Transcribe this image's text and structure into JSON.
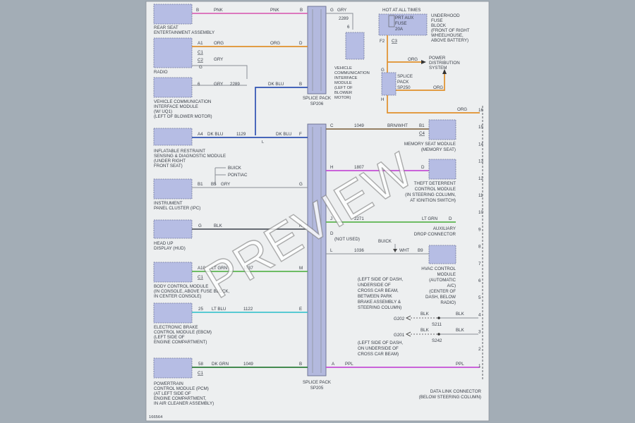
{
  "diagram": {
    "watermark": "PREVIEW",
    "figure_id": "166564",
    "colors": {
      "background": "#a3adb6",
      "sheet": "#edeff0",
      "module": "#b6bde4",
      "pink": "#d967b7",
      "orange": "#e0902c",
      "blue": "#2f52b2",
      "green": "#5bb551",
      "cyan": "#43c4cf",
      "purple": "#c44fd6",
      "dkgreen": "#2d7d3a",
      "gray": "#8a8f96"
    },
    "left_modules": {
      "rear_seat": [
        "REAR SEAT",
        "ENTERTAINMENT ASSEMBLY"
      ],
      "radio": [
        "RADIO"
      ],
      "vcim": [
        "VEHICLE COMMUNICATION",
        "INTERFACE MODULE",
        "(W/ UQ1)",
        "(LEFT OF BLOWER MOTOR)"
      ],
      "sdm": [
        "INFLATABLE RESTRAINT",
        "SENSING & DIAGNOSTIC MODULE",
        "(UNDER RIGHT",
        "FRONT SEAT)"
      ],
      "ipc": [
        "INSTRUMENT",
        "PANEL CLUSTER (IPC)"
      ],
      "hud": [
        "HEAD UP",
        "DISPLAY (HUD)"
      ],
      "bcm": [
        "BODY CONTROL MODULE",
        "(IN CONSOLE, ABOVE FUSE BLOCK,",
        "IN CENTER CONSOLE)"
      ],
      "ebcm": [
        "ELECTRONIC BRAKE",
        "CONTROL MODULE (EBCM)",
        "(LEFT SIDE OF",
        "ENGINE COMPARTMENT)"
      ],
      "pcm": [
        "POWERTRAIN",
        "CONTROL MODULE (PCM)",
        "(AT LEFT SIDE OF",
        "ENGINE COMPARTMENT,",
        "IN AIR CLEANER ASSEMBLY)"
      ]
    },
    "wires": {
      "w1": {
        "pin": "B",
        "color1": "PNK",
        "color2": "PNK",
        "end": "B"
      },
      "w2": {
        "pin": "A1",
        "conn": "C1",
        "color1": "ORG",
        "color2": "ORG",
        "end": "D",
        "conn2": "C2",
        "pin2": "G",
        "color3": "GRY"
      },
      "w3": {
        "pin": "6",
        "color": "GRY",
        "circuit": "2289",
        "end": "B"
      },
      "w4": {
        "pin": "A4",
        "color1": "DK BLU",
        "circuit": "1129",
        "color2": "DK BLU",
        "end": "F",
        "node": "L"
      },
      "w5": {
        "pin": "B1",
        "pin2": "B5",
        "color": "GRY",
        "end": "G",
        "opt1": "BUICK",
        "opt2": "PONTIAC"
      },
      "w6": {
        "pin": "G",
        "color": "BLK",
        "end": "K"
      },
      "w7": {
        "pin": "A10",
        "conn": "C1",
        "color": "LT GRN",
        "circuit": "1037",
        "end": "M"
      },
      "w8": {
        "pin": "25",
        "color": "LT BLU",
        "circuit": "1122",
        "end": "E"
      },
      "w9": {
        "pin": "58",
        "conn": "C1",
        "color": "DK GRN",
        "circuit": "1049",
        "end": "B"
      }
    },
    "sp206": {
      "label": [
        "SPLICE PACK",
        "SP206"
      ],
      "pin_g": "G",
      "color": "GRY",
      "circuit": "2289",
      "pin6": "6"
    },
    "sp205": {
      "label": [
        "SPLICE PACK",
        "SP205"
      ]
    },
    "vcim_top": [
      "VEHICLE",
      "COMMUNICATION",
      "INTERFACE",
      "MODULE",
      "(LEFT OF",
      "BLOWER",
      "MOTOR)"
    ],
    "fuse": {
      "hot": "HOT AT ALL TIMES",
      "label": [
        "PRT AUX",
        "FUSE",
        "20A"
      ],
      "pin1": "F2",
      "conn": "C3",
      "block": [
        "UNDERHOOD",
        "FUSE",
        "BLOCK",
        "(FRONT OF RIGHT",
        "WHEELHOUSE,",
        "ABOVE BATTERY)"
      ]
    },
    "sp250": {
      "label": [
        "SPLICE",
        "PACK",
        "SP250"
      ],
      "pin_g": "G",
      "pin_h": "H",
      "org1": "ORG",
      "org2": "ORG",
      "pds": [
        "POWER",
        "DISTRIBUTION",
        "SYSTEM"
      ]
    },
    "right_wires": {
      "r_org": "ORG",
      "r_c": {
        "pin": "C",
        "circuit": "1049",
        "color": "BRN/WHT",
        "pin2": "B1",
        "conn": "C4"
      },
      "r_h": {
        "pin": "H",
        "circuit": "1807",
        "pin2": "D"
      },
      "r_j": {
        "pin": "J",
        "circuit": "2271",
        "color": "LT GRN",
        "pin2": "D"
      },
      "r_d": {
        "pin": "D",
        "note": "(NOT USED)"
      },
      "r_l": {
        "pin": "L",
        "circuit": "1036",
        "color": "WHT",
        "pin2": "B9",
        "buick": "BUICK"
      },
      "r_a": {
        "pin": "A",
        "color1": "PPL",
        "color2": "PPL"
      }
    },
    "right_modules": {
      "memory": [
        "MEMORY SEAT MODULE",
        "(MEMORY SEAT)"
      ],
      "theft": [
        "THEFT DETERRENT",
        "CONTROL MODULE",
        "(IN STEERING COLUMN,",
        "AT IGNITION SWITCH)"
      ],
      "aux": [
        "AUXILIARY",
        "DROP CONNECTOR"
      ],
      "hvac": [
        "HVAC CONTROL",
        "MODULE",
        "(AUTOMATIC",
        "A/C)",
        "(CENTER OF",
        "DASH, BELOW",
        "RADIO)"
      ]
    },
    "grounds": {
      "g202": {
        "label": "G202",
        "wire1": "BLK",
        "wire2": "BLK",
        "splice": "S211",
        "note": [
          "(LEFT SIDE OF DASH,",
          "UNDERSIDE OF",
          "CROSS CAR BEAM,",
          "BETWEEN PARK",
          "BRAKE ASSEMBLY &",
          "STEERING COLUMN)"
        ]
      },
      "g201": {
        "label": "G201",
        "wire1": "BLK",
        "wire2": "BLK",
        "splice": "S242",
        "note": [
          "(LEFT SIDE OF DASH,",
          "ON UNDERSIDE OF",
          "CROSS CAR BEAM)"
        ]
      }
    },
    "dlc": {
      "pins": [
        "16",
        "15",
        "14",
        "13",
        "12",
        "11",
        "10",
        "9",
        "8",
        "7",
        "6",
        "5",
        "4",
        "3",
        "2",
        "1"
      ],
      "label": [
        "DATA LINK CONNECTOR",
        "(BELOW STEERING COLUMN)"
      ]
    }
  }
}
